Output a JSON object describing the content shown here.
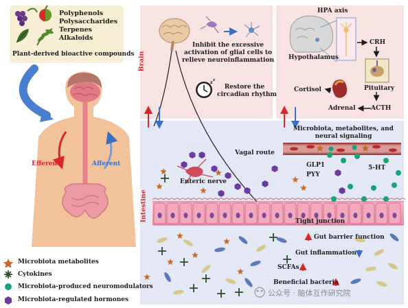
{
  "plant_panel": {
    "compounds": [
      "Polyphenols",
      "Polysaccharides",
      "Terpenes",
      "Alkaloids"
    ],
    "caption": "Plant-derived bioactive compounds"
  },
  "body_panel": {
    "efferent_label": "Efferent",
    "afferent_label": "Afferent"
  },
  "legend": [
    {
      "label": "Microbiota metabolites",
      "icon": "star-icon",
      "color": "#c46a2a"
    },
    {
      "label": "Cytokines",
      "icon": "cross-star-icon",
      "color": "#2c4a2c"
    },
    {
      "label": "Microbiota-produced neuromodulators",
      "icon": "circle-icon",
      "color": "#1aa37a"
    },
    {
      "label": "Microbiota-regulated hormones",
      "icon": "hexagon-icon",
      "color": "#6b3aa0"
    }
  ],
  "brain_panel": {
    "side_label": "Brain",
    "glial_text": [
      "Inhibit the excessive",
      "activation of glial cells to",
      "relieve neuroinflammation"
    ],
    "circadian_text": [
      "Restore the",
      "circadian rhythm"
    ]
  },
  "hpa_panel": {
    "title": "HPA axis",
    "hypothalamus": "Hypothalamus",
    "crh": "CRH",
    "pituitary": "Pituitary",
    "acth": "ACTH",
    "adrenal": "Adrenal",
    "cortisol": "Cortisol"
  },
  "gut_panel": {
    "side_label": "Intestine",
    "vagal_route": "Vagal route",
    "enteric_nerve": "Enteric nerve",
    "signaling_title": [
      "Microbiota, metabolites, and",
      "neural signaling"
    ],
    "glp1": "GLP1",
    "pyy": "PYY",
    "serotonin": "5-HT",
    "tight_junction": "Tight junction",
    "gut_barrier": "Gut barrier function",
    "gut_inflammation": "Gut inflammation",
    "scfas": "SCFAs",
    "beneficial_bacteria": "Beneficial bacteria"
  },
  "watermark": "公众号 · 脑体互作研究院",
  "colors": {
    "up_arrow": "#d9262c",
    "down_arrow": "#3a6fc4",
    "panel_pink": "#f8e3e3",
    "panel_blue": "#e3e8f4"
  }
}
